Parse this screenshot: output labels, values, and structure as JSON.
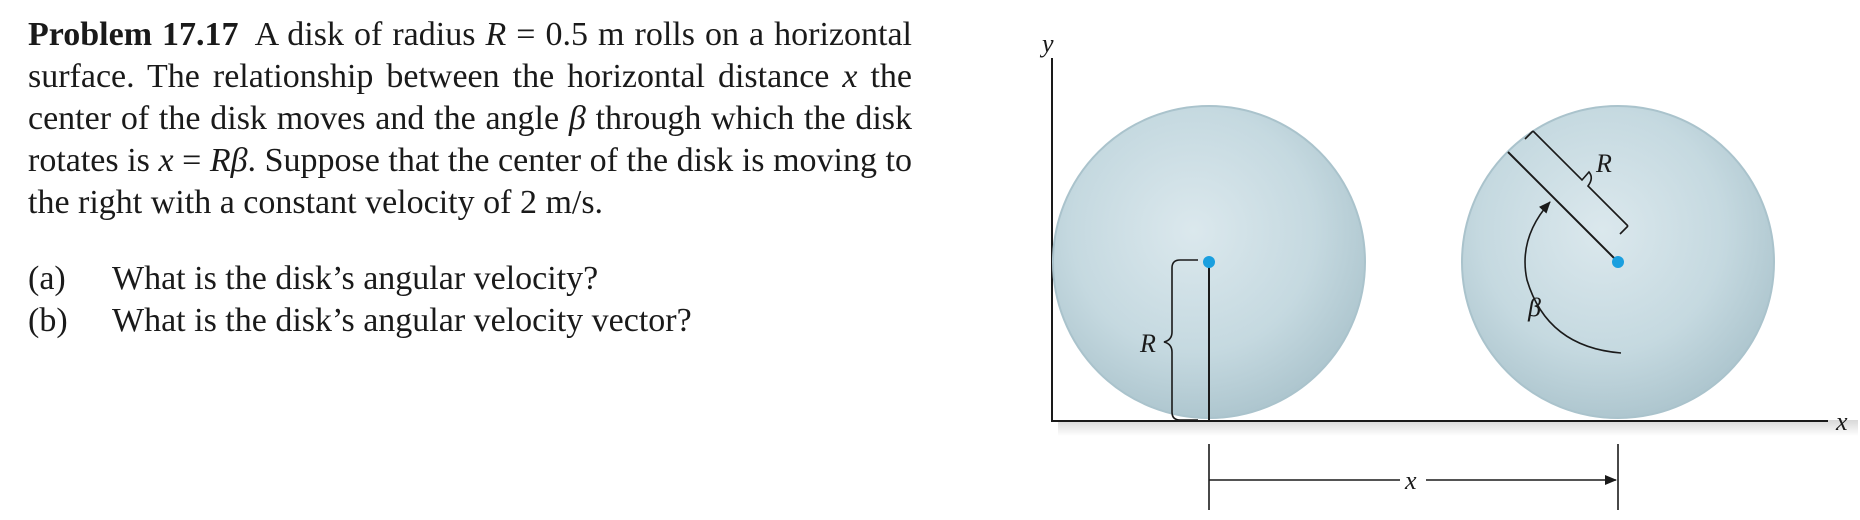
{
  "problem": {
    "label": "Problem 17.17",
    "statement": [
      {
        "t": "A disk of radius "
      },
      {
        "t": "R",
        "i": true
      },
      {
        "t": " = 0.5 m rolls on a horizontal surface. The relationship between the horizontal distance "
      },
      {
        "t": "x",
        "i": true
      },
      {
        "t": " the center of the disk moves and the angle "
      },
      {
        "t": "β",
        "i": true
      },
      {
        "t": " through which the disk rotates is "
      },
      {
        "t": "x",
        "i": true
      },
      {
        "t": " = "
      },
      {
        "t": "Rβ",
        "i": true
      },
      {
        "t": ". Suppose that the center of the disk is moving to the right with a constant velocity of 2 m/s."
      }
    ],
    "questions": [
      {
        "label": "(a)",
        "text": "What is the disk’s angular velocity?"
      },
      {
        "label": "(b)",
        "text": "What is the disk’s angular velocity vector?"
      }
    ]
  },
  "figure": {
    "axis_y_label": "y",
    "axis_x_label": "x",
    "radius_label_left": "R",
    "radius_label_right": "R",
    "angle_label": "β",
    "distance_label": "x",
    "colors": {
      "disk": "#c9dce3",
      "disk_edge": "#aac3cc",
      "center_dot": "#1a9fdf",
      "line": "#1a1a1a"
    }
  }
}
